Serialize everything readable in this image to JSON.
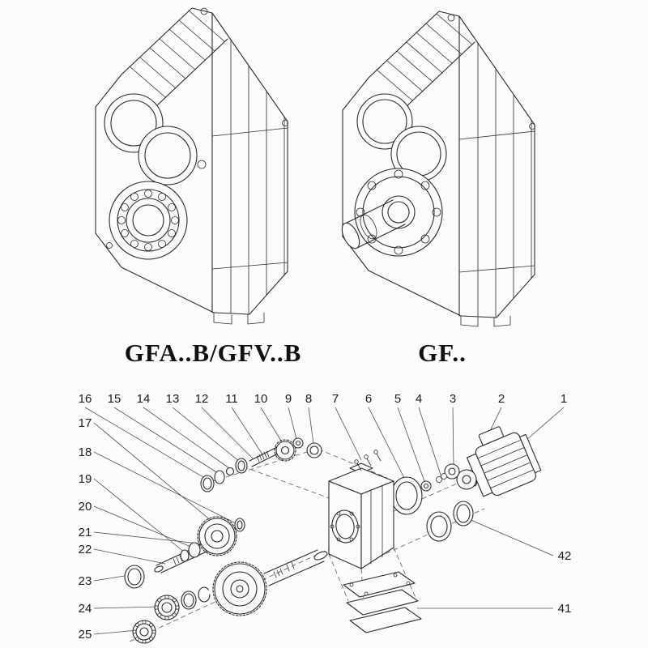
{
  "page": {
    "background": "#fcfbfa",
    "ink_color": "#2b2b2b",
    "leader_color": "#4d4d4d"
  },
  "models": [
    {
      "caption": "GFA..B/GFV..B"
    },
    {
      "caption": "GF.."
    }
  ],
  "exploded": {
    "callouts_top": [
      "16",
      "15",
      "14",
      "13",
      "12",
      "11",
      "10",
      "9",
      "8",
      "7",
      "6",
      "5",
      "4",
      "3",
      "2",
      "1"
    ],
    "callouts_left": [
      "17",
      "18",
      "19",
      "20",
      "21",
      "22",
      "23",
      "24",
      "25"
    ],
    "callouts_right": [
      "42",
      "41"
    ]
  }
}
